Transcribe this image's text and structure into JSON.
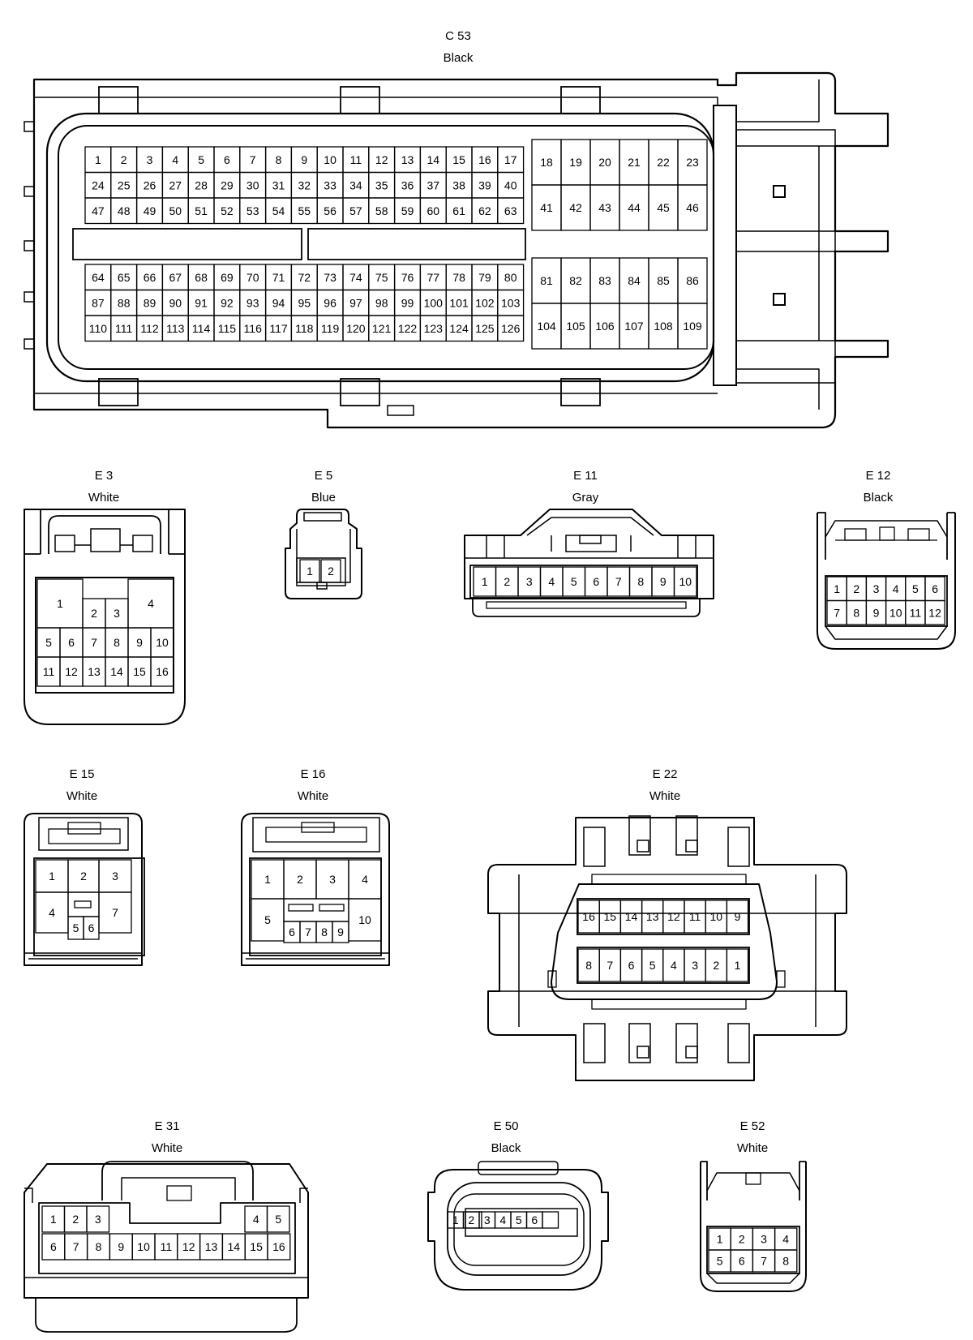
{
  "connectors": [
    {
      "id": "C 53",
      "color": "Black"
    },
    {
      "id": "E 3",
      "color": "White"
    },
    {
      "id": "E 5",
      "color": "Blue"
    },
    {
      "id": "E 11",
      "color": "Gray"
    },
    {
      "id": "E 12",
      "color": "Black"
    },
    {
      "id": "E 15",
      "color": "White"
    },
    {
      "id": "E 16",
      "color": "White"
    },
    {
      "id": "E 22",
      "color": "White"
    },
    {
      "id": "E 31",
      "color": "White"
    },
    {
      "id": "E 50",
      "color": "Black"
    },
    {
      "id": "E 52",
      "color": "White"
    }
  ]
}
